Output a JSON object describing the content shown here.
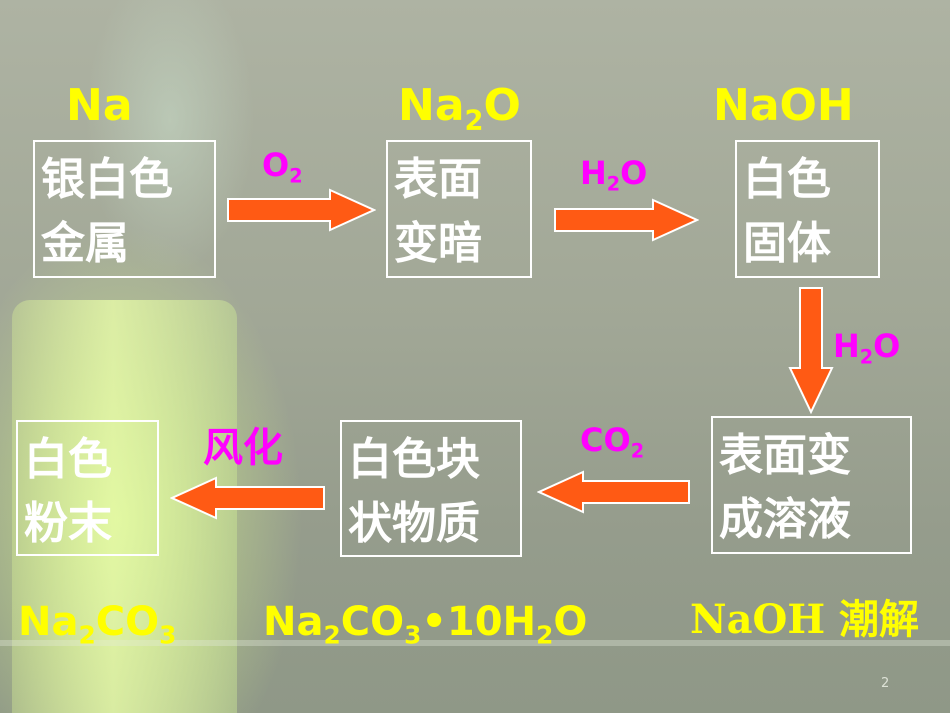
{
  "nodes": [
    {
      "formula": "Na",
      "lines": [
        "银白色",
        "金属"
      ]
    },
    {
      "formula": "Na₂O",
      "lines": [
        "表面",
        "变暗"
      ]
    },
    {
      "formula": "NaOH",
      "lines": [
        "白色",
        "固体"
      ]
    },
    {
      "formula": "NaOH 潮解",
      "lines": [
        "表面变",
        "成溶液"
      ]
    },
    {
      "formula": "Na₂CO₃•10H₂O",
      "lines": [
        "白色块",
        "状物质"
      ]
    },
    {
      "formula": "Na₂CO₃",
      "lines": [
        "白色",
        "粉末"
      ]
    }
  ],
  "edges": [
    {
      "from": 0,
      "to": 1,
      "label": "O₂"
    },
    {
      "from": 1,
      "to": 2,
      "label": "H₂O"
    },
    {
      "from": 2,
      "to": 3,
      "label": "H₂O"
    },
    {
      "from": 3,
      "to": 4,
      "label": "CO₂"
    },
    {
      "from": 4,
      "to": 5,
      "label": "风化"
    }
  ],
  "colors": {
    "formula": "#ffff00",
    "condition": "#ff00ff",
    "arrow_fill": "#ff5a14",
    "box_border": "#ffffff"
  },
  "page_number": "2"
}
